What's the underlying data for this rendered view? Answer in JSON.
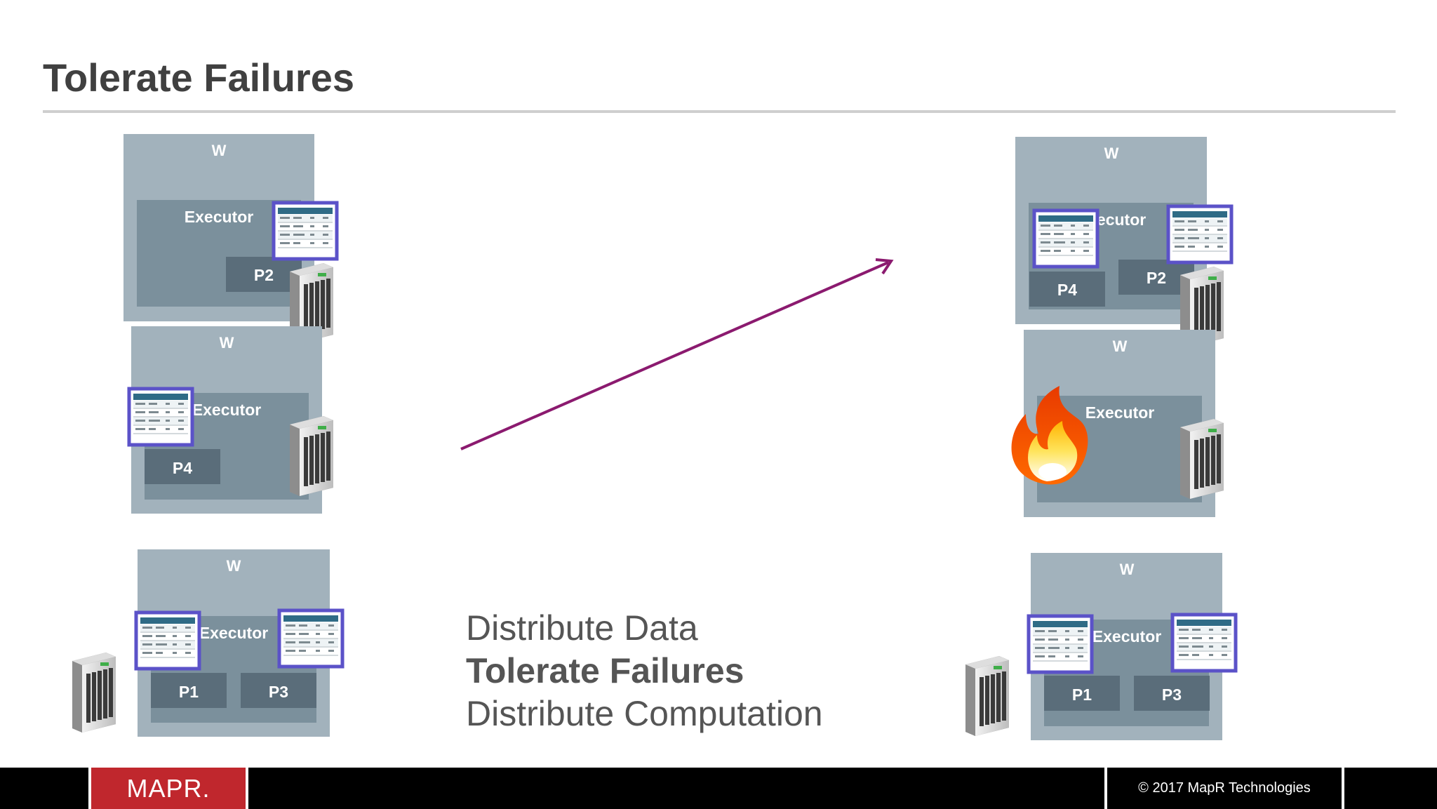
{
  "slide": {
    "title": "Tolerate Failures",
    "bullets": [
      "Distribute Data",
      "Tolerate Failures",
      "Distribute Computation"
    ]
  },
  "diagram": {
    "worker_label": "W",
    "executor_label": "Executor",
    "before": [
      {
        "partitions": [
          "P2"
        ]
      },
      {
        "partitions": [
          "P4"
        ]
      },
      {
        "partitions": [
          "P1",
          "P3"
        ]
      }
    ],
    "after": [
      {
        "partitions": [
          "P4",
          "P2"
        ]
      },
      {
        "partitions": [],
        "failed": true
      },
      {
        "partitions": [
          "P1",
          "P3"
        ]
      }
    ],
    "arrow_color": "#8b1a6f"
  },
  "footer": {
    "logo": "MAPR.",
    "copyright": "© 2017 MapR Technologies"
  },
  "colors": {
    "worker": "#a2b2bc",
    "executor": "#7b909c",
    "partition": "#5a6d7a",
    "data_frame": "#5b52c8",
    "brand": "#c0272d"
  }
}
